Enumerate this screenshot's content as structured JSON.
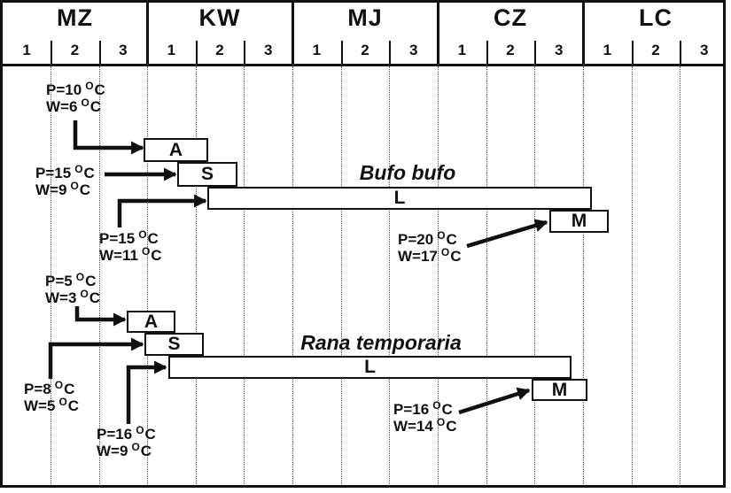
{
  "figure": {
    "months": [
      "MZ",
      "KW",
      "MJ",
      "CZ",
      "LC"
    ],
    "decade_labels": [
      "1",
      "2",
      "3"
    ],
    "species": [
      {
        "name": "Bufo bufo",
        "stages": [
          {
            "label": "A"
          },
          {
            "label": "S"
          },
          {
            "label": "L"
          },
          {
            "label": "M"
          }
        ],
        "annotations": [
          {
            "p": "P=10",
            "w": "W=6",
            "deg": "O",
            "unit": "C"
          },
          {
            "p": "P=15",
            "w": "W=9",
            "deg": "O",
            "unit": "C"
          },
          {
            "p": "P=15",
            "w": "W=11",
            "deg": "O",
            "unit": "C"
          },
          {
            "p": "P=20",
            "w": "W=17",
            "deg": "O",
            "unit": "C"
          }
        ]
      },
      {
        "name": "Rana temporaria",
        "stages": [
          {
            "label": "A"
          },
          {
            "label": "S"
          },
          {
            "label": "L"
          },
          {
            "label": "M"
          }
        ],
        "annotations": [
          {
            "p": "P=5",
            "w": "W=3",
            "deg": "O",
            "unit": "C"
          },
          {
            "p": "P=8",
            "w": "W=5",
            "deg": "O",
            "unit": "C"
          },
          {
            "p": "P=16",
            "w": "W=9",
            "deg": "O",
            "unit": "C"
          },
          {
            "p": "P=16",
            "w": "W=14",
            "deg": "O",
            "unit": "C"
          }
        ]
      }
    ]
  },
  "colors": {
    "ink": "#111111",
    "background": "#ffffff",
    "grid_dots": "#555555"
  },
  "chart_data": {
    "type": "bar",
    "subtype": "horizontal-gantt-phenology-timeline",
    "title": "",
    "x_axis": {
      "months": [
        "MZ",
        "KW",
        "MJ",
        "CZ",
        "LC"
      ],
      "decades_per_month": 3,
      "decade_tick_labels": [
        "1",
        "2",
        "3"
      ],
      "unit": "month decades",
      "range_decades": [
        0,
        15
      ]
    },
    "grid": "dotted vertical lines at every decade boundary",
    "series": [
      {
        "name": "Bufo bufo",
        "phases": [
          {
            "label": "A",
            "start_decade": 2.9,
            "end_decade": 4.3,
            "P_degC": 10,
            "W_degC": 6
          },
          {
            "label": "S",
            "start_decade": 3.6,
            "end_decade": 4.9,
            "P_degC": 15,
            "W_degC": 9
          },
          {
            "label": "L",
            "start_decade": 4.2,
            "end_decade": 12.2,
            "P_degC": 15,
            "W_degC": 11
          },
          {
            "label": "M",
            "start_decade": 11.3,
            "end_decade": 12.5,
            "P_degC": 20,
            "W_degC": 17
          }
        ]
      },
      {
        "name": "Rana temporaria",
        "phases": [
          {
            "label": "A",
            "start_decade": 2.6,
            "end_decade": 3.6,
            "P_degC": 5,
            "W_degC": 3
          },
          {
            "label": "S",
            "start_decade": 2.9,
            "end_decade": 4.2,
            "P_degC": 8,
            "W_degC": 5
          },
          {
            "label": "L",
            "start_decade": 3.4,
            "end_decade": 11.8,
            "P_degC": 16,
            "W_degC": 9
          },
          {
            "label": "M",
            "start_decade": 10.9,
            "end_decade": 12.1,
            "P_degC": 16,
            "W_degC": 14
          }
        ]
      }
    ],
    "annotation_format": "P=<value> °C over W=<value> °C, arrows point to the start of each phase box (M arrows point to metamorphosis box)"
  }
}
